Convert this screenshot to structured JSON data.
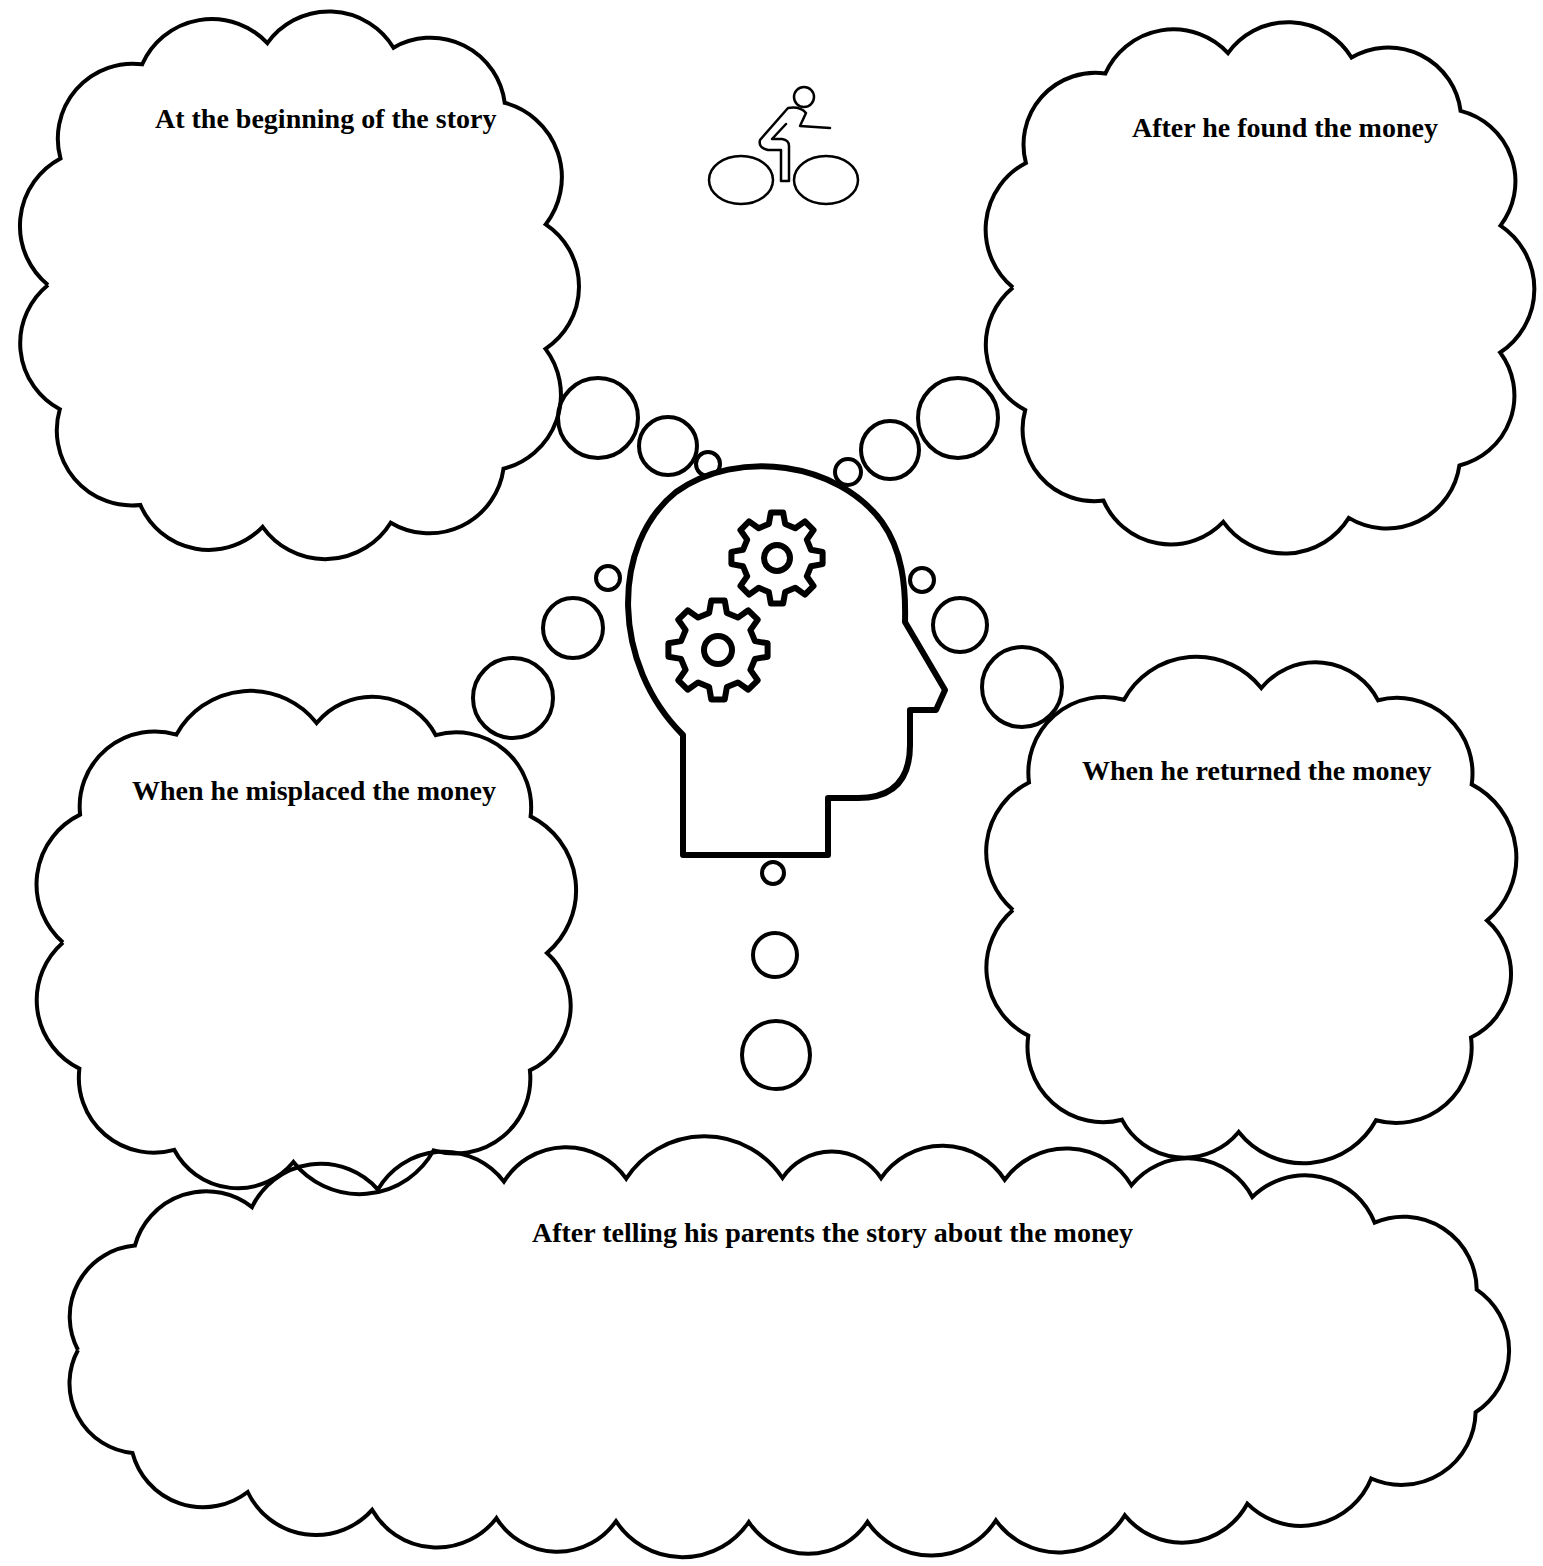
{
  "diagram": {
    "nodes": [
      {
        "text": [
          "At the beginning of the story"
        ]
      },
      {
        "text": [
          "After he found the money"
        ]
      },
      {
        "text": [
          "When he misplaced the money"
        ]
      },
      {
        "text": [
          "When he returned the money"
        ]
      },
      {
        "text": [
          "After telling his parents the story about the money"
        ]
      }
    ]
  }
}
